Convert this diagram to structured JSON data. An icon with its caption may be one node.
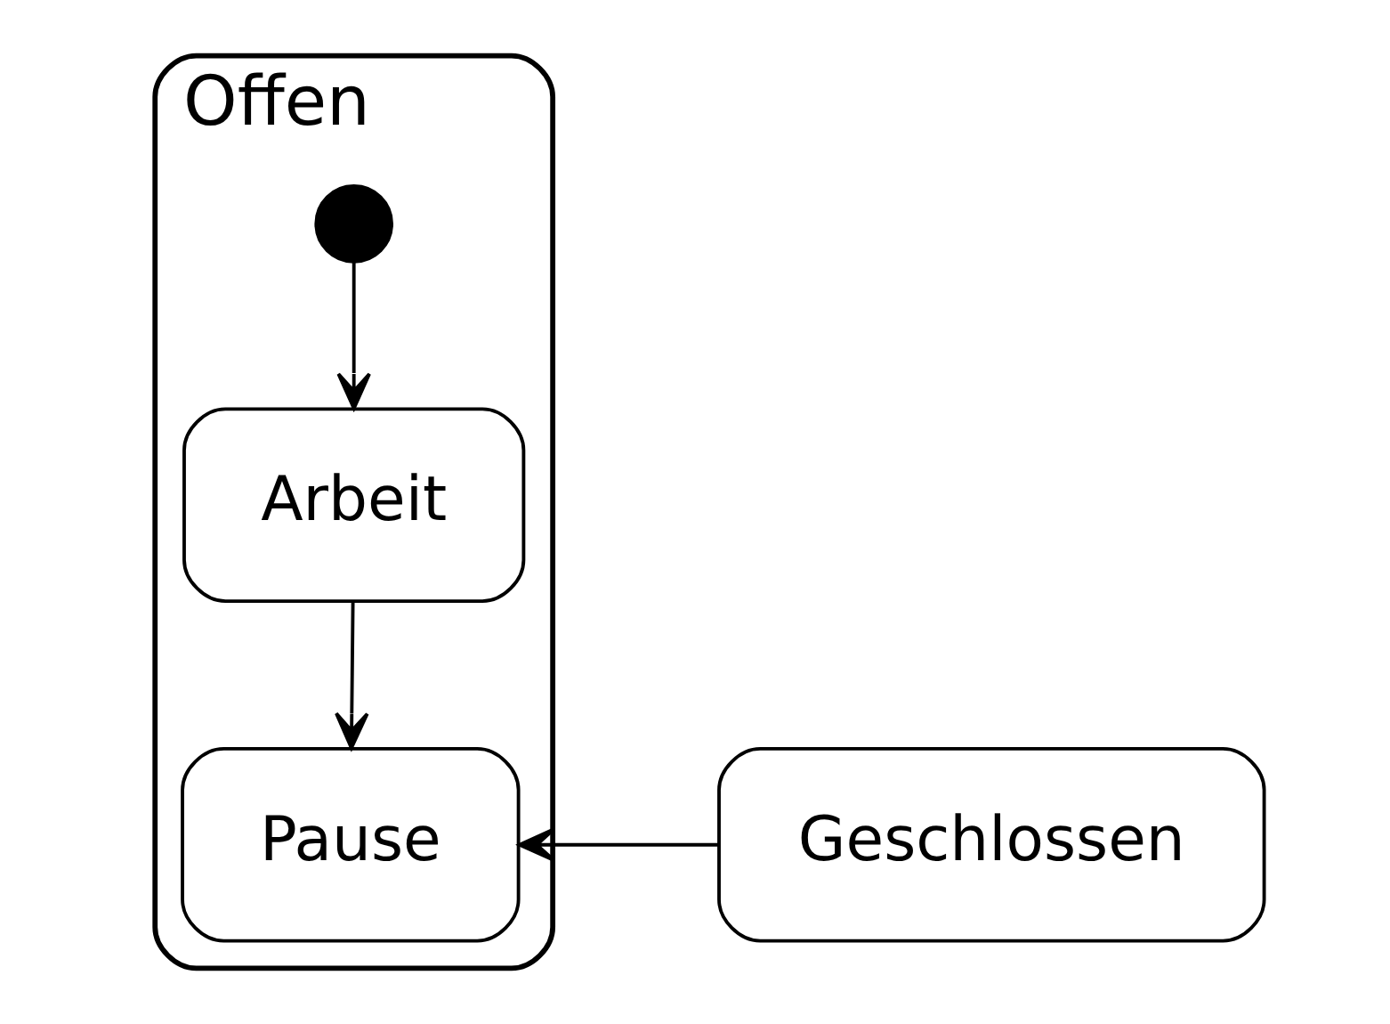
{
  "diagram": {
    "nodes": [
      {
        "text": [
          "Offen"
        ]
      },
      {
        "text": [],
        "shape": "circle",
        "in": 0
      },
      {
        "text": [
          "Arbeit"
        ],
        "in": 0
      },
      {
        "text": [
          "Pause"
        ],
        "in": 0
      },
      {
        "text": [
          "Geschlossen"
        ]
      }
    ],
    "edges": [
      {
        "from": 1,
        "to": 2,
        "arrow": "to"
      },
      {
        "from": 2,
        "to": 3,
        "arrow": "to"
      },
      {
        "from": 4,
        "to": 3,
        "arrow": "to"
      }
    ]
  }
}
